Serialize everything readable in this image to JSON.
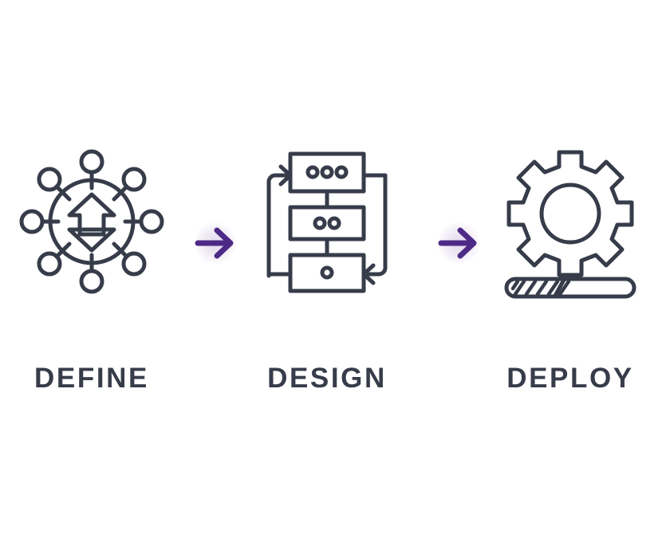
{
  "page": {
    "background_color": "#ffffff",
    "title": "Define Design Deploy process"
  },
  "theme": {
    "icon_stroke_color": "#373c4a",
    "label_color": "#373c4a",
    "arrow_color": "#4e2a87",
    "arrow_glow_color": "#6a3ca2",
    "background_color": "#ffffff",
    "icon_stroke_width": 5
  },
  "stages": [
    {
      "id": "define",
      "label": "DEFINE",
      "icon_name": "network-hub-upload-download-icon",
      "icon_description": "Circle with up and down block arrows inside, eight spokes radiating to small circles"
    },
    {
      "id": "design",
      "label": "DESIGN",
      "icon_name": "workflow-loop-icon",
      "icon_description": "Three stacked rectangles with dots connected vertically, wrapped by a cyclical loop arrow"
    },
    {
      "id": "deploy",
      "label": "DEPLOY",
      "icon_name": "gear-progress-icon",
      "icon_description": "Eight tooth gear above a striped progress bar"
    }
  ],
  "connectors": [
    {
      "id": "define-to-design",
      "icon_name": "arrow-right-icon",
      "color": "#4e2a87"
    },
    {
      "id": "design-to-deploy",
      "icon_name": "arrow-right-icon",
      "color": "#4e2a87"
    }
  ],
  "icon_details": {
    "define": {
      "spoke_count": 8,
      "inner_arrows": [
        "up",
        "down"
      ]
    },
    "design": {
      "box_count": 3,
      "box_dot_counts": [
        3,
        2,
        1
      ],
      "loop_arrows": [
        "left-up-right",
        "right-down-left"
      ]
    },
    "deploy": {
      "gear_teeth": 8,
      "progress_stripes": 6,
      "progress_fill_percent": 45
    }
  }
}
